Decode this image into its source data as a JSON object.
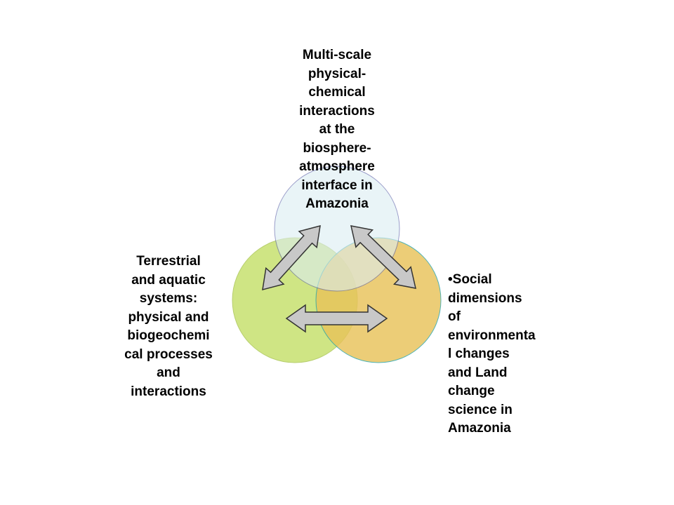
{
  "colors": {
    "circle_top_fill": "#dcedf2",
    "circle_top_stroke": "#5a5fa8",
    "circle_left_fill": "#c5e06a",
    "circle_left_stroke": "#a8c450",
    "circle_right_fill": "#e8c35a",
    "circle_right_stroke": "#2aa3a8",
    "arrow_fill": "#c8c8c8",
    "arrow_stroke": "#333333"
  },
  "labels": {
    "top": {
      "lines": [
        "Multi-scale",
        "physical-",
        "chemical",
        "interactions",
        "at the",
        "biosphere-",
        "atmosphere",
        "interface in",
        "Amazonia"
      ]
    },
    "left": {
      "lines": [
        "Terrestrial",
        "and aquatic",
        "systems:",
        "physical and",
        "biogeochemi",
        "cal processes",
        "and",
        "interactions"
      ]
    },
    "right": {
      "lines": [
        "•Social",
        "dimensions",
        "of",
        "environmenta",
        "l changes",
        "and Land",
        "change",
        "science in",
        "Amazonia"
      ]
    }
  }
}
